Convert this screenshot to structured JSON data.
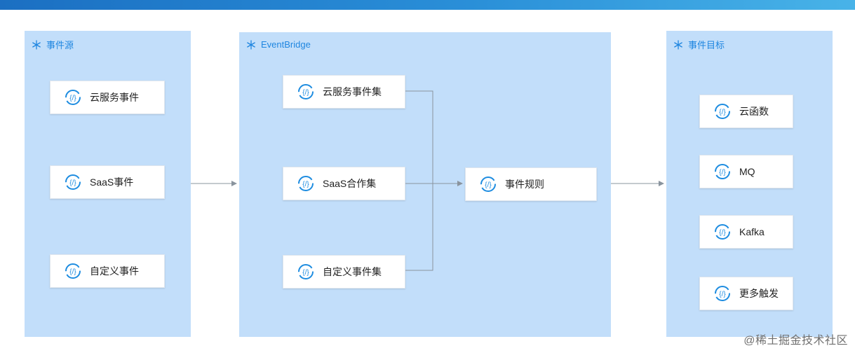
{
  "panels": {
    "sources": {
      "title": "事件源",
      "items": [
        "云服务事件",
        "SaaS事件",
        "自定义事件"
      ]
    },
    "bridge": {
      "title": "EventBridge",
      "items": [
        "云服务事件集",
        "SaaS合作集",
        "自定义事件集"
      ],
      "rule": "事件规则"
    },
    "targets": {
      "title": "事件目标",
      "items": [
        "云函数",
        "MQ",
        "Kafka",
        "更多触发"
      ]
    }
  },
  "watermark": "@稀土掘金技术社区",
  "colors": {
    "panel_bg": "#c2defa",
    "title_blue": "#1f86e0",
    "icon_blue": "#1d8ce0",
    "arrow_gray": "#8a949e",
    "top_strip": "#1b6fc2"
  },
  "icons": {
    "panel": "snowflake-icon",
    "node": "function-icon"
  }
}
